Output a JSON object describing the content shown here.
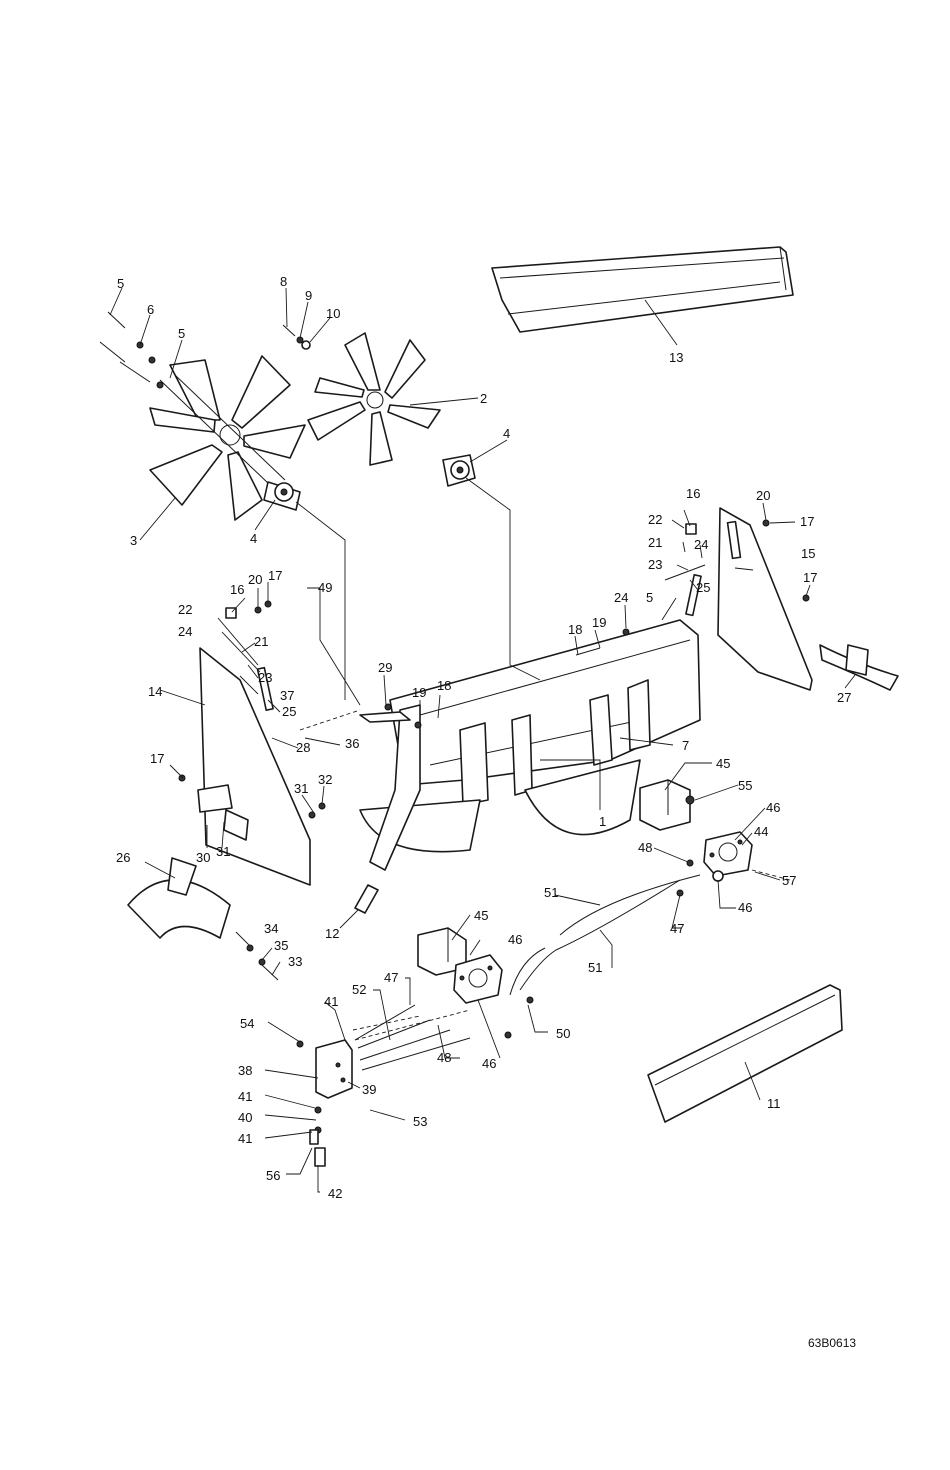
{
  "callouts": {
    "c1": "1",
    "c2": "2",
    "c3": "3",
    "c4a": "4",
    "c4b": "4",
    "c5a": "5",
    "c5b": "5",
    "c5c": "5",
    "c6": "6",
    "c7": "7",
    "c8": "8",
    "c9": "9",
    "c10": "10",
    "c11": "11",
    "c12": "12",
    "c13": "13",
    "c14": "14",
    "c15": "15",
    "c16a": "16",
    "c16b": "16",
    "c17a": "17",
    "c17b": "17",
    "c17c": "17",
    "c18a": "18",
    "c18b": "18",
    "c19a": "19",
    "c19b": "19",
    "c20a": "20",
    "c20b": "20",
    "c21a": "21",
    "c21b": "21",
    "c22a": "22",
    "c22b": "22",
    "c23a": "23",
    "c23b": "23",
    "c24a": "24",
    "c24b": "24",
    "c24c": "24",
    "c25a": "25",
    "c25b": "25",
    "c26": "26",
    "c27": "27",
    "c28": "28",
    "c29": "29",
    "c30": "30",
    "c31a": "31",
    "c31b": "31",
    "c32": "32",
    "c33": "33",
    "c34": "34",
    "c35": "35",
    "c36": "36",
    "c37": "37",
    "c38": "38",
    "c39": "39",
    "c40": "40",
    "c41a": "41",
    "c41b": "41",
    "c41c": "41",
    "c42": "42",
    "c44": "44",
    "c45a": "45",
    "c45b": "45",
    "c46a": "46",
    "c46b": "46",
    "c46c": "46",
    "c46d": "46",
    "c47a": "47",
    "c47b": "47",
    "c48a": "48",
    "c48b": "48",
    "c49": "49",
    "c50": "50",
    "c51a": "51",
    "c51b": "51",
    "c52": "52",
    "c53": "53",
    "c54": "54",
    "c55": "55",
    "c56": "56",
    "c57": "57"
  },
  "figure_code": "63B0613"
}
